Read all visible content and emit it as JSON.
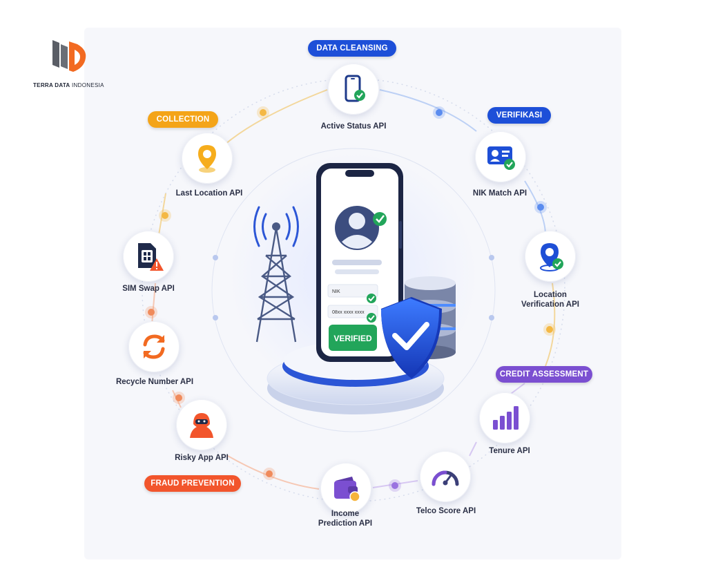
{
  "brand": {
    "name_bold": "TERRA DATA",
    "name_light": " INDONESIA"
  },
  "categories": {
    "data_cleansing": {
      "label": "DATA CLEANSING",
      "color": "#1d4fd8"
    },
    "collection": {
      "label": "COLLECTION",
      "color": "#f4a418"
    },
    "verifikasi": {
      "label": "VERIFIKASI",
      "color": "#1d4fd8"
    },
    "credit_assessment": {
      "label": "CREDIT ASSESSMENT",
      "color": "#7b4fd1"
    },
    "fraud_prevention": {
      "label": "FRAUD PREVENTION",
      "color": "#f2552c"
    }
  },
  "apis": {
    "active_status": "Active Status API",
    "last_location": "Last Location API",
    "nik_match": "NIK Match API",
    "location_verification_1": "Location",
    "location_verification_2": "Verification API",
    "sim_swap": "SIM Swap API",
    "recycle_number": "Recycle Number API",
    "risky_app": "Risky App API",
    "tenure": "Tenure API",
    "telco_score": "Telco Score API",
    "income_prediction_1": "Income",
    "income_prediction_2": "Prediction API"
  },
  "phone": {
    "field_nik": "NIK",
    "field_phone": "08xx xxxx xxxx",
    "verified_label": "VERIFIED"
  },
  "icons": {
    "active_status": "phone-check-icon",
    "last_location": "map-pin-icon",
    "nik_match": "id-card-check-icon",
    "location_verification": "location-check-icon",
    "sim_swap": "sim-warning-icon",
    "recycle_number": "recycle-arrows-icon",
    "risky_app": "hacker-icon",
    "tenure": "bar-chart-icon",
    "telco_score": "gauge-icon",
    "income_prediction": "wallet-icon"
  }
}
